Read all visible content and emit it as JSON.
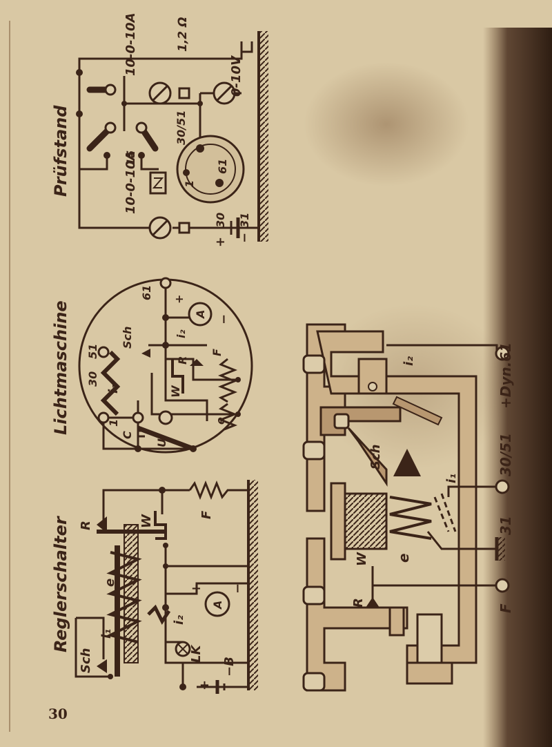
{
  "page": {
    "number": "30"
  },
  "sections": {
    "pruefstand": "Prüfstand",
    "lichtmaschine": "Lichtmaschine",
    "reglerschalter": "Reglerschalter"
  },
  "pruefstand": {
    "labels": {
      "ammeter_top": "10-0-10A",
      "voltmeter": "0-10V",
      "ammeter_bottom": "10-0-10A",
      "resistor": "1,2 Ω",
      "terminal_15": "15",
      "terminal_30_51": "30/51",
      "terminal_1": "1",
      "terminal_61": "61",
      "plus": "+",
      "terminal_30": "30",
      "minus": "−",
      "terminal_31": "31"
    }
  },
  "lichtmaschine": {
    "labels": {
      "t30": "30",
      "t51": "51",
      "i1": "i₁",
      "sch": "Sch",
      "t61": "61",
      "plus": "+",
      "A": "A",
      "i2": "i₂",
      "minus": "−",
      "R": "R",
      "F": "F",
      "W": "W",
      "e": "e",
      "C": "C",
      "t1": "1",
      "U": "U"
    }
  },
  "reglerschalter": {
    "labels": {
      "R": "R",
      "W": "W",
      "F": "F",
      "e": "e",
      "i1": "i₁",
      "sch": "Sch",
      "plus": "+",
      "A": "A",
      "minus": "−",
      "i2": "i₂",
      "LK": "LK",
      "batt_plus": "+",
      "B": "−B"
    }
  },
  "mechanism": {
    "labels": {
      "sch": "Sch",
      "i1": "i₁",
      "i2": "i₂",
      "R": "R",
      "W": "W",
      "e": "e"
    },
    "terminals": {
      "F": "F",
      "t31": "31",
      "t30_51": "30/51",
      "dyn61": "+Dyn.61"
    }
  }
}
